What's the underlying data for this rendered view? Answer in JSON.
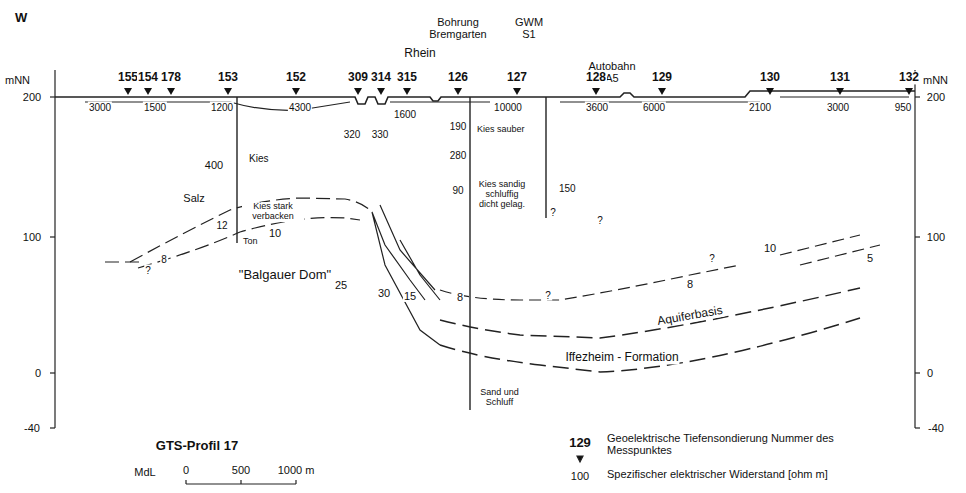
{
  "diagram": {
    "title": "GTS-Profil 17",
    "labels": [
      "W",
      "Bohrung Bremgarten",
      "GWM S1",
      "Rhein",
      "Autobahn A5",
      "mNN",
      "mNN",
      "200",
      "100",
      "0",
      "-40",
      "200",
      "100",
      "0",
      "-40",
      "155",
      "154",
      "178",
      "153",
      "152",
      "309",
      "314",
      "315",
      "126",
      "127",
      "128",
      "129",
      "130",
      "131",
      "132",
      "3000",
      "1500",
      "1200",
      "4300",
      "320",
      "330",
      "1600",
      "10000",
      "3600",
      "6000",
      "2100",
      "3000",
      "950",
      "400",
      "Kies",
      "Kies stark verbacken",
      "12",
      "10",
      "Ton",
      "Salz",
      "8",
      "?",
      "\"Balgauer Dom\"",
      "25",
      "30",
      "15",
      "190",
      "Kies sauber",
      "280",
      "90",
      "Kies sandig schluffig dicht gelag.",
      "8",
      "Sand und Schluff",
      "150",
      "?",
      "?",
      "?",
      "8",
      "?",
      "10",
      "5",
      "Aquiferbasis",
      "Iffezheim - Formation",
      "MdL",
      "0",
      "500",
      "1000 m",
      "129",
      "100"
    ],
    "legend": [
      {
        "text": "Geoelektrische Tiefensondierung Nummer des Messpunktes"
      },
      {
        "text": "Spezifischer elektrischer Widerstand [ohm m]"
      }
    ]
  }
}
